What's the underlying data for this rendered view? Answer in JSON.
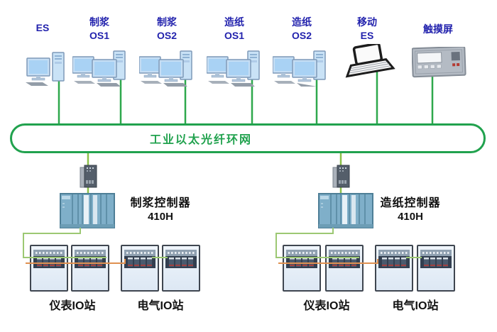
{
  "ring": {
    "label": "工业以太光纤环网"
  },
  "workstations": [
    {
      "id": "es",
      "line1": "ES",
      "line2": "",
      "icon": "desktop-workstation-icon"
    },
    {
      "id": "pulp-os1",
      "line1": "制浆",
      "line2": "OS1",
      "icon": "dual-monitor-workstation-icon"
    },
    {
      "id": "pulp-os2",
      "line1": "制浆",
      "line2": "OS2",
      "icon": "dual-monitor-workstation-icon"
    },
    {
      "id": "paper-os1",
      "line1": "造纸",
      "line2": "OS1",
      "icon": "dual-monitor-workstation-icon"
    },
    {
      "id": "paper-os2",
      "line1": "造纸",
      "line2": "OS2",
      "icon": "dual-monitor-workstation-icon"
    },
    {
      "id": "mobile-es",
      "line1": "移动",
      "line2": "ES",
      "icon": "laptop-icon"
    },
    {
      "id": "touch-hmi",
      "line1": "触摸屏",
      "line2": "",
      "icon": "touch-panel-icon"
    }
  ],
  "controllers": [
    {
      "id": "pulp-controller",
      "line1": "制浆控制器",
      "line2": "410H"
    },
    {
      "id": "paper-controller",
      "line1": "造纸控制器",
      "line2": "410H"
    }
  ],
  "io_stations": [
    {
      "group": "pulp",
      "labels": [
        "仪表IO站",
        "电气IO站"
      ]
    },
    {
      "group": "paper",
      "labels": [
        "仪表IO站",
        "电气IO站"
      ]
    }
  ],
  "colors": {
    "ring_green": "#21a24e",
    "uplink_green": "#2ea84c",
    "drop_yellow_green": "#8cc04a",
    "chain_green": "#9cc873",
    "chain_orange": "#df9050",
    "label_blue": "#2222ad",
    "label_black": "#111111"
  }
}
